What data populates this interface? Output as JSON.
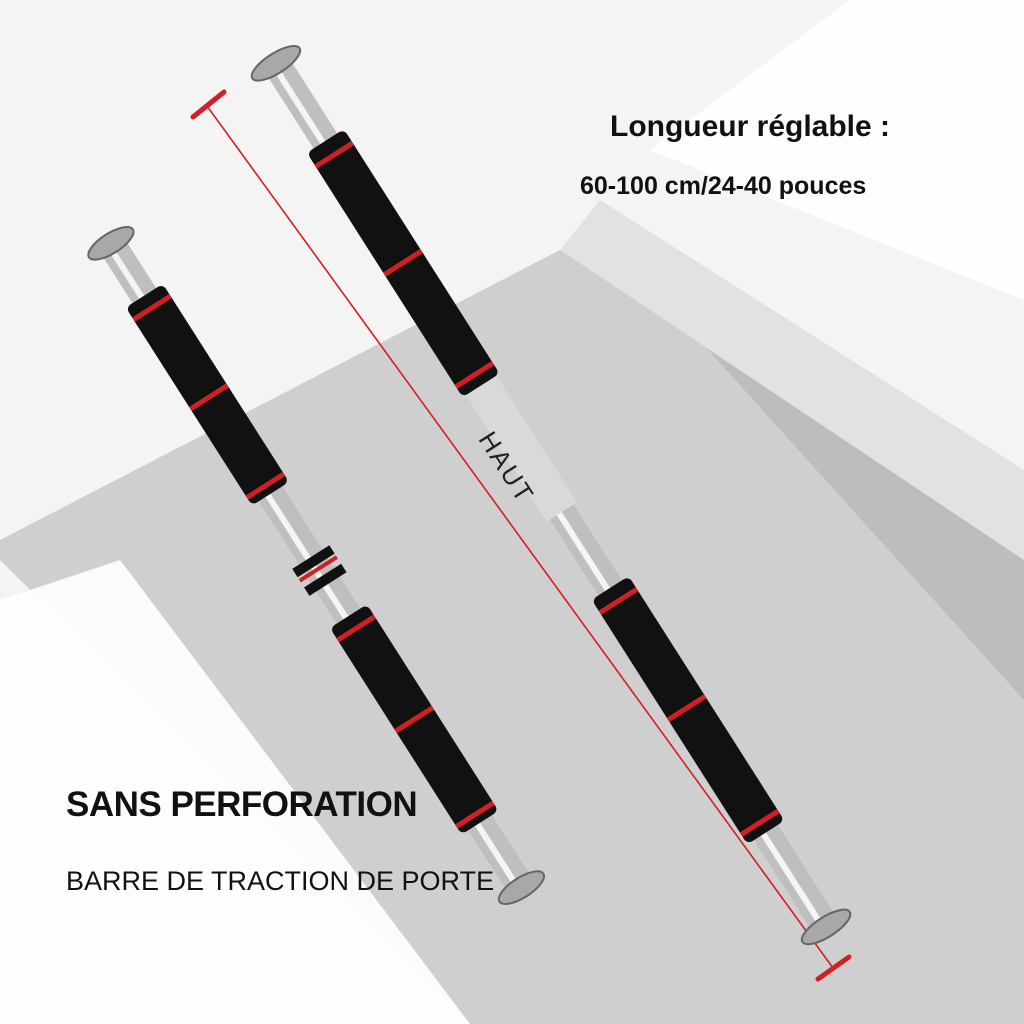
{
  "product": {
    "headline_length": "Longueur réglable :",
    "length_range": "60-100 cm/24-40 pouces",
    "feature_title": "SANS PERFORATION",
    "product_name": "BARRE DE TRACTION DE PORTE",
    "bar_label": "HAUT"
  },
  "colors": {
    "background": "#f4f4f4",
    "wall_gray": "#c9c9c9",
    "foam": "#111111",
    "accent_red": "#d21f26",
    "chrome": "#c8c8c8",
    "text": "#111111"
  }
}
